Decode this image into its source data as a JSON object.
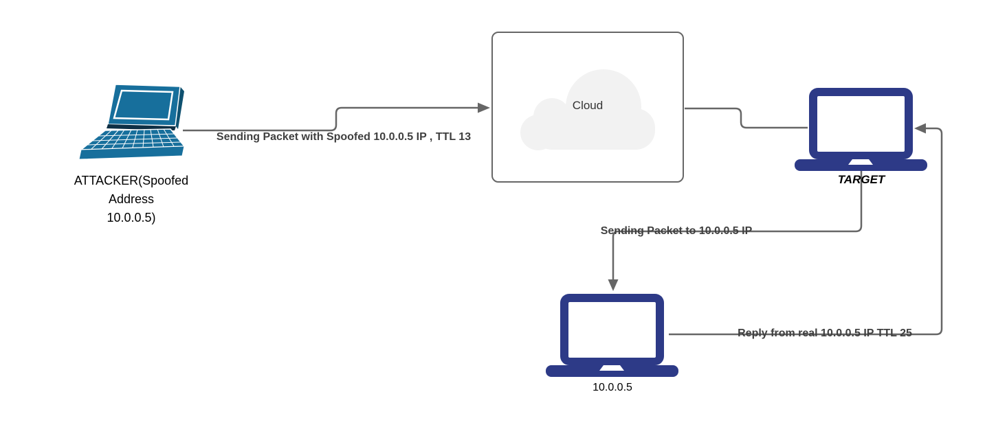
{
  "diagram": {
    "nodes": {
      "attacker": {
        "icon": "laptop-perspective-icon",
        "color": "#176f9c",
        "label_line1": "ATTACKER(Spoofed",
        "label_line2": "Address",
        "label_line3": "10.0.0.5)"
      },
      "cloud": {
        "label": "Cloud",
        "fill": "#f2f2f2",
        "border_color": "#666666"
      },
      "target": {
        "icon": "laptop-icon",
        "color": "#2d3a87",
        "label": "TARGET"
      },
      "real_host": {
        "icon": "laptop-icon",
        "color": "#2d3a87",
        "label": "10.0.0.5"
      }
    },
    "edges": {
      "attacker_to_cloud": {
        "label": "Sending Packet with Spoofed 10.0.0.5 IP , TTL 13"
      },
      "cloud_to_target": {},
      "target_to_host": {
        "label": "Sending Packet to 10.0.0.5 IP"
      },
      "host_to_target": {
        "label": "Reply from real 10.0.0.5 IP TTL 25"
      }
    },
    "style": {
      "connector_color": "#666666",
      "edge_label_color": "#3f3f3f",
      "node_label_color": "#000000",
      "background": "#ffffff"
    }
  }
}
